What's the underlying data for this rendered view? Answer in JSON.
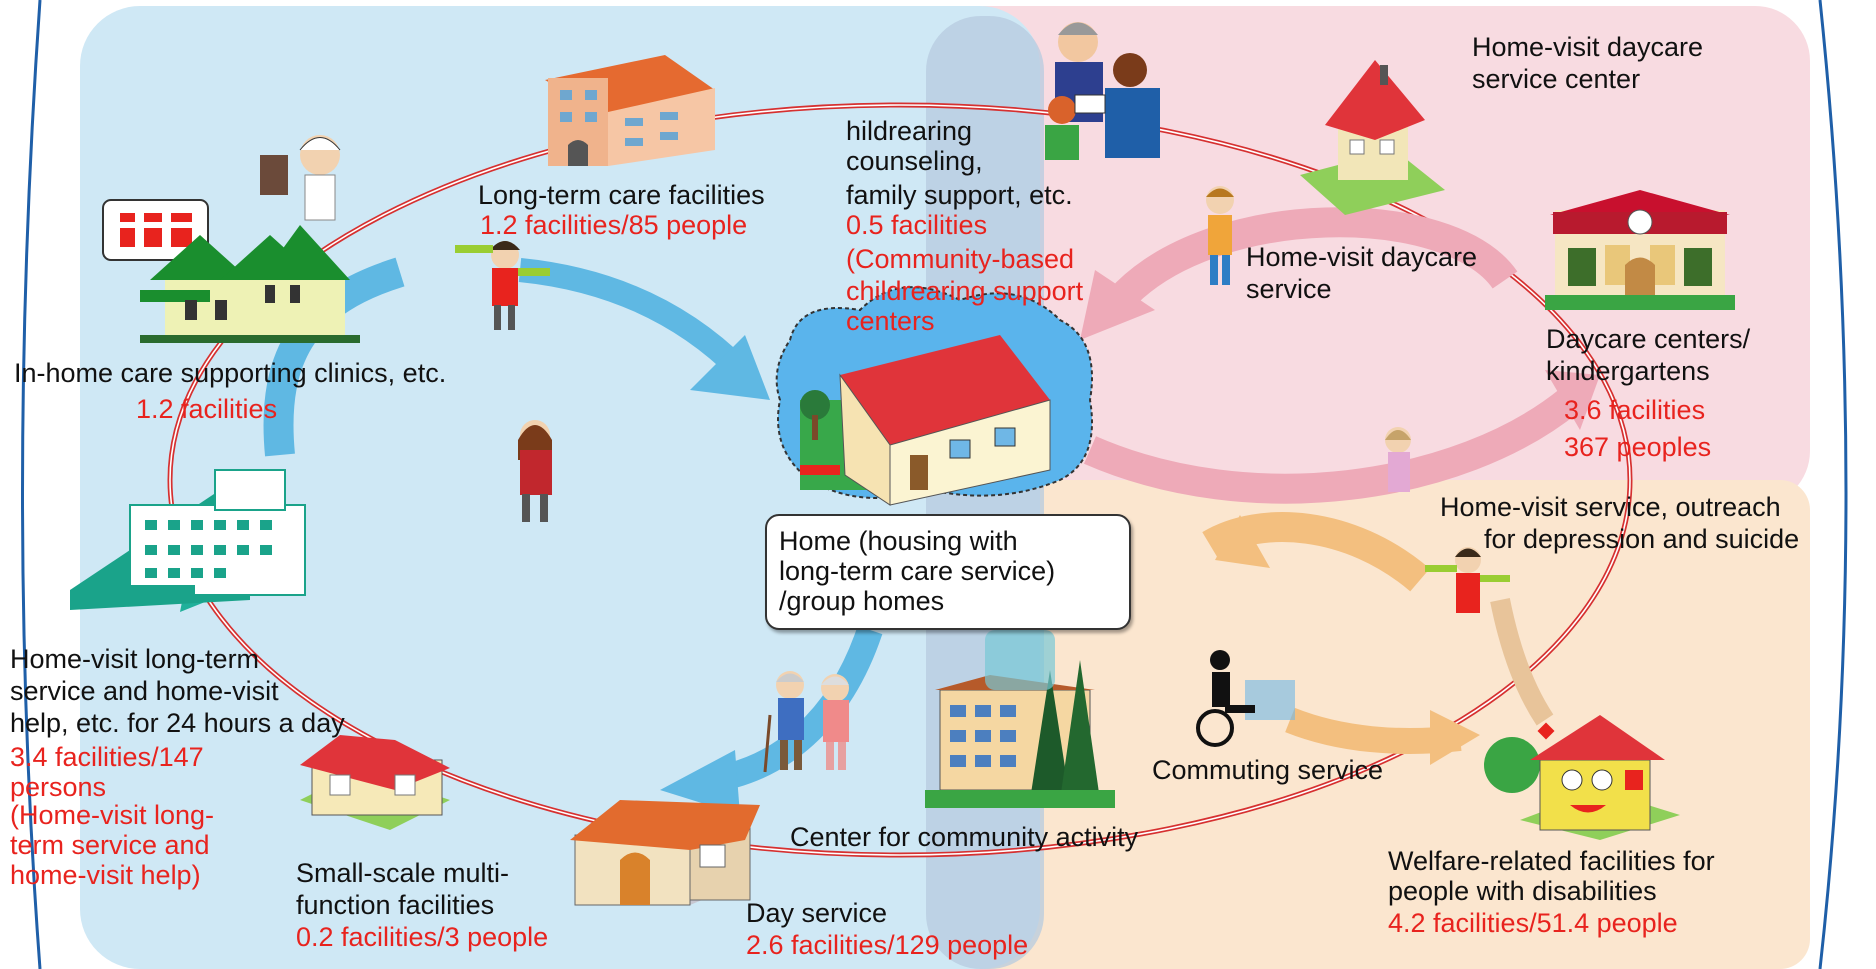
{
  "facilities": {
    "long_term_care": {
      "name": "Long-term care facilities",
      "stat": "1.2 facilities/85 people"
    },
    "childrearing": {
      "name1": "hildrearing",
      "name2": "counseling,",
      "name3": "family support, etc.",
      "stat1": "0.5 facilities",
      "stat2": "(Community-based",
      "stat3": "childrearing support",
      "stat4": "centers"
    },
    "daycare_center": {
      "name1": "Home-visit daycare",
      "name2": "service center"
    },
    "daycare_service": {
      "name1": "Home-visit daycare",
      "name2": "service"
    },
    "kindergartens": {
      "name1": "Daycare centers/",
      "name2": "kindergartens",
      "stat1": "3.6 facilities",
      "stat2": "367 peoples"
    },
    "clinics": {
      "name": "In-home care supporting clinics, etc.",
      "stat": "1.2 facilities"
    },
    "outreach": {
      "name1": "Home-visit service, outreach",
      "name2": "for depression and suicide"
    },
    "home": {
      "line1": "Home (housing with",
      "line2": "long-term care service)",
      "line3": "/group homes"
    },
    "home_visit_24h": {
      "name1": "Home-visit long-term",
      "name2": "service and home-visit",
      "name3": "help, etc. for 24 hours a day",
      "stat1": "3.4 facilities/147",
      "stat2": "persons",
      "stat3": "(Home-visit long-",
      "stat4": "term service and",
      "stat5": "home-visit help)"
    },
    "commuting": {
      "name": "Commuting service"
    },
    "community_center": {
      "name": "Center for community activity"
    },
    "small_scale": {
      "name1": "Small-scale multi-",
      "name2": "function facilities",
      "stat": "0.2 facilities/3 people"
    },
    "day_service": {
      "name": "Day service",
      "stat": "2.6 facilities/129 people"
    },
    "welfare": {
      "name1": "Welfare-related facilities for",
      "name2": "people with disabilities",
      "stat": "4.2 facilities/51.4 people"
    }
  },
  "colors": {
    "medical_zone": "#cfe8f5",
    "childcare_zone": "#f8dbe1",
    "disability_zone": "#fbe6cf",
    "accent_red": "#e8231e",
    "arrow_blue": "#5fb8e3",
    "arrow_pink": "#eeaab8",
    "arrow_orange": "#f3bf7f"
  },
  "icons": [
    "apartment-building-icon",
    "counseling-people-icon",
    "daycare-house-icon",
    "kindergarten-icon",
    "clinic-house-icon",
    "doctor-icon",
    "child-girl-icon",
    "caregiver-woman-icon",
    "hospital-building-icon",
    "home-house-icon",
    "elderly-couple-icon",
    "community-center-icon",
    "wheelchair-user-icon",
    "small-house-icon",
    "day-service-house-icon",
    "disability-facility-house-icon"
  ]
}
